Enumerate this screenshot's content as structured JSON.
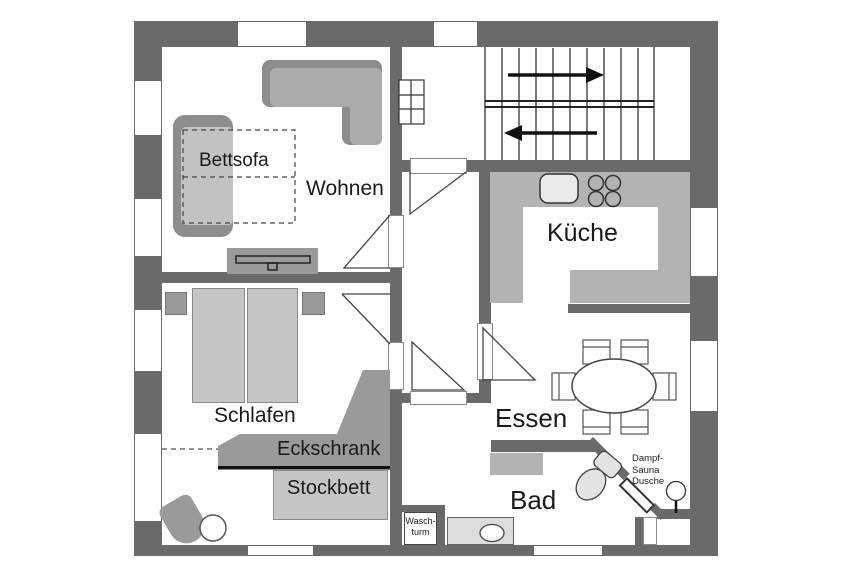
{
  "plan": {
    "rooms": {
      "wohnen": "Wohnen",
      "kueche": "Küche",
      "schlafen": "Schlafen",
      "essen": "Essen",
      "bad": "Bad"
    },
    "furniture": {
      "bettsofa": "Bettsofa",
      "eckschrank": "Eckschrank",
      "stockbett": "Stockbett",
      "waschturm": [
        "Wasch-",
        "turm"
      ],
      "sauna": [
        "Dampf-",
        "Sauna",
        "Dusche"
      ]
    },
    "icons": [
      "stairs-up-arrow-icon",
      "stairs-down-arrow-icon",
      "sink-icon",
      "stove-burners-icon",
      "toilet-icon",
      "shower-icon",
      "dining-table-icon",
      "chair-icon",
      "window-icon",
      "door-swing-icon",
      "chimney-shaft-icon",
      "washbasin-icon",
      "stool-icon"
    ],
    "colors": {
      "wall": "#6a6a6a",
      "furniture_medium": "#9a9a9a",
      "furniture_dark": "#8d8d8d",
      "furniture_light": "#c6c6c6",
      "kitchen_counter": "#b3b3b3",
      "line": "#333333",
      "background": "#ffffff"
    }
  }
}
